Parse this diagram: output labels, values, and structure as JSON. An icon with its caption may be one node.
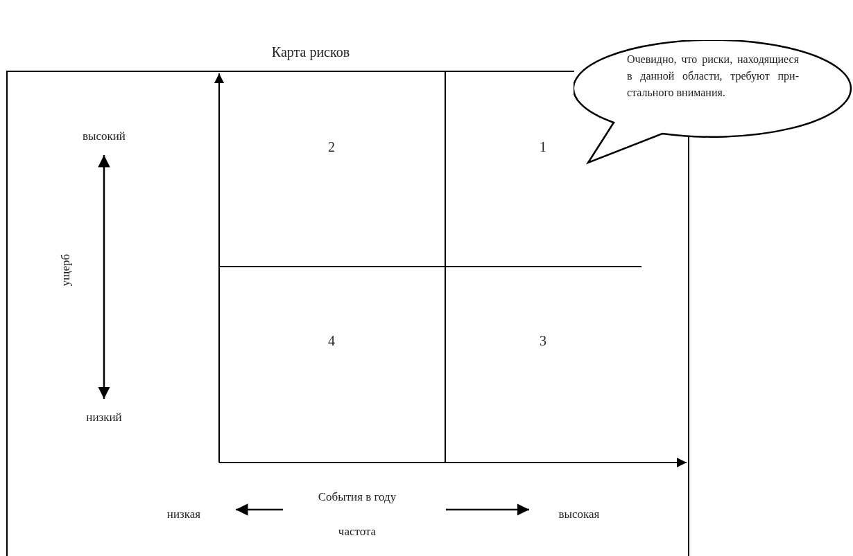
{
  "diagram": {
    "title": "Карта рисков",
    "nodes": [
      {
        "text": [
          "Очевидно, что риски, находящиеся в данной области, требуют при-стального внимания."
        ]
      },
      {
        "text": [
          "2"
        ]
      },
      {
        "text": [
          "1"
        ]
      },
      {
        "text": [
          "4"
        ]
      },
      {
        "text": [
          "3"
        ]
      }
    ],
    "labels": [
      "высокий",
      "ущерб",
      "низкий",
      "События в году",
      "низкая",
      "частота",
      "высокая"
    ]
  }
}
